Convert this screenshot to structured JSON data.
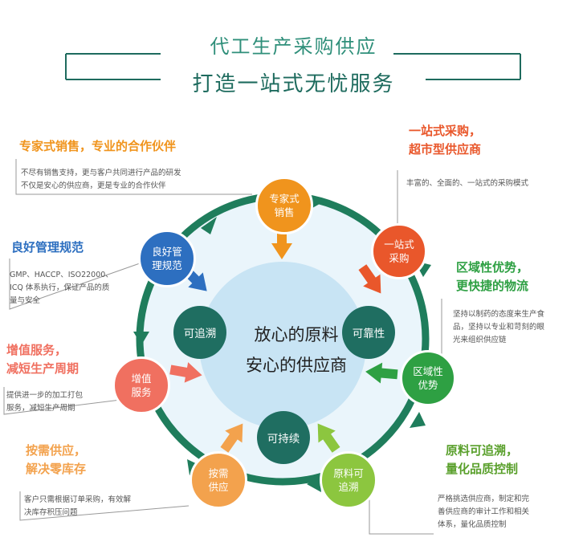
{
  "header": {
    "title_top": "代工生产采购供应",
    "title_bottom": "打造一站式无忧服务"
  },
  "center": {
    "line1": "放心的原料",
    "line2": "安心的供应商"
  },
  "inner_nodes": {
    "left": "可追溯",
    "right": "可靠性",
    "bottom": "可持续"
  },
  "nodes": {
    "expert": {
      "line1": "专家式",
      "line2": "销售"
    },
    "onestop": {
      "line1": "一站式",
      "line2": "采购"
    },
    "mgmt": {
      "line1": "良好管",
      "line2": "理规范"
    },
    "regional": {
      "line1": "区域性",
      "line2": "优势"
    },
    "value": {
      "line1": "增值",
      "line2": "服务"
    },
    "ondemand": {
      "line1": "按需",
      "line2": "供应"
    },
    "trace": {
      "line1": "原料可",
      "line2": "追溯"
    }
  },
  "blocks": {
    "expert": {
      "heading": "专家式销售，专业的合作伙伴",
      "desc1": "不尽有销售支持，更与客户共同进行产品的研发",
      "desc2": "不仅是安心的供应商，更是专业的合作伙伴"
    },
    "onestop": {
      "heading1": "一站式采购，",
      "heading2": "超市型供应商",
      "desc1": "丰富的、全面的、一站式的采购模式"
    },
    "mgmt": {
      "heading": "良好管理规范",
      "desc1": "GMP、HACCP、ISO22000、",
      "desc2": "ICQ 体系执行，保证产品的质",
      "desc3": "量与安全"
    },
    "regional": {
      "heading1": "区域性优势，",
      "heading2": "更快捷的物流",
      "desc1": "坚持以制药的态度来生产食",
      "desc2": "品，坚持以专业和苛刻的眼",
      "desc3": "光来组织供应链"
    },
    "value": {
      "heading1": "增值服务，",
      "heading2": "减短生产周期",
      "desc1": "提供进一步的加工打包",
      "desc2": "服务，减短生产周期"
    },
    "ondemand": {
      "heading1": "按需供应，",
      "heading2": "解决零库存",
      "desc1": "客户只需根据订单采购，有效解",
      "desc2": "决库存积压问题"
    },
    "trace": {
      "heading1": "原料可追溯，",
      "heading2": "量化品质控制",
      "desc1": "严格挑选供应商，制定和完",
      "desc2": "善供应商的审计工作和相关",
      "desc3": "体系，量化品质控制"
    }
  },
  "colors": {
    "title": "#2f8f7a",
    "ring": "#1f7d5c",
    "inner": "#1f6e61",
    "orange": "#f0941d",
    "red": "#e9572b",
    "blue": "#2d6fc0",
    "green": "#2ea043",
    "coral": "#f07060",
    "peach": "#f3a24d",
    "lime": "#8cc63f"
  }
}
